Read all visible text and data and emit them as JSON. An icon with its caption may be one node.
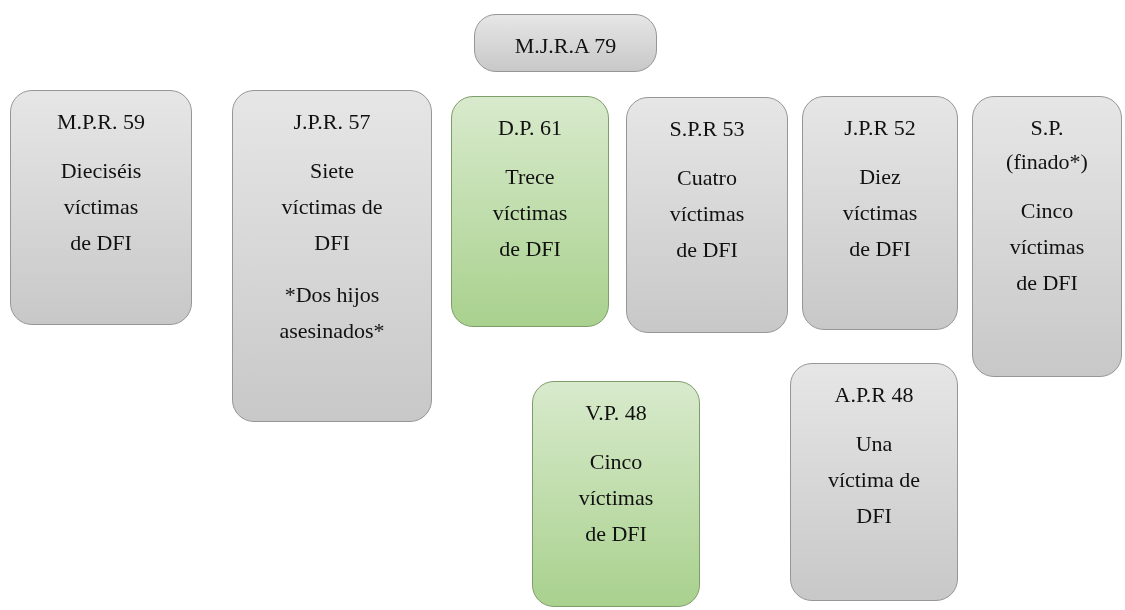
{
  "diagram": {
    "nodes": [
      {
        "text": [
          "M.J.R.A 79"
        ]
      },
      {
        "text": [
          "M.P.R. 59",
          "Dieciséis víctimas de DFI"
        ]
      },
      {
        "text": [
          "J.P.R. 57",
          "Siete víctimas de DFI",
          "*Dos hijos asesinados*"
        ]
      },
      {
        "text": [
          "D.P. 61",
          "Trece víctimas de DFI"
        ]
      },
      {
        "text": [
          "S.P.R 53",
          "Cuatro víctimas de DFI"
        ]
      },
      {
        "text": [
          "J.P.R 52",
          "Diez víctimas de DFI"
        ]
      },
      {
        "text": [
          "S.P. (finado*)",
          "Cinco víctimas de DFI"
        ]
      },
      {
        "text": [
          "V.P. 48",
          "Cinco víctimas de DFI"
        ]
      },
      {
        "text": [
          "A.P.R 48",
          "Una víctima de DFI"
        ]
      }
    ]
  }
}
